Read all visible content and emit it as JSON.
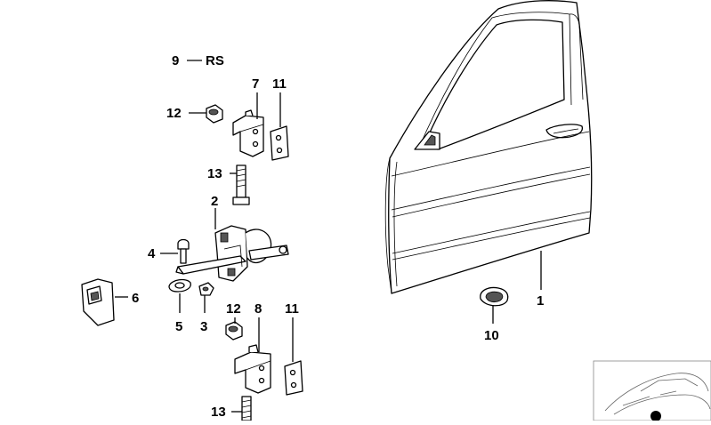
{
  "diagram": {
    "labels": {
      "door": "1",
      "door_check": "2",
      "screw_check": "3",
      "bolt": "4",
      "clip": "5",
      "bracket": "6",
      "upper_hinge": "7",
      "lower_hinge": "8",
      "ref_number": "9",
      "ref_suffix": "RS",
      "plug": "10",
      "shim_upper": "11",
      "shim_lower": "11",
      "nut_upper": "12",
      "nut_lower": "12",
      "bolt_upper": "13",
      "bolt_lower": "13"
    }
  }
}
